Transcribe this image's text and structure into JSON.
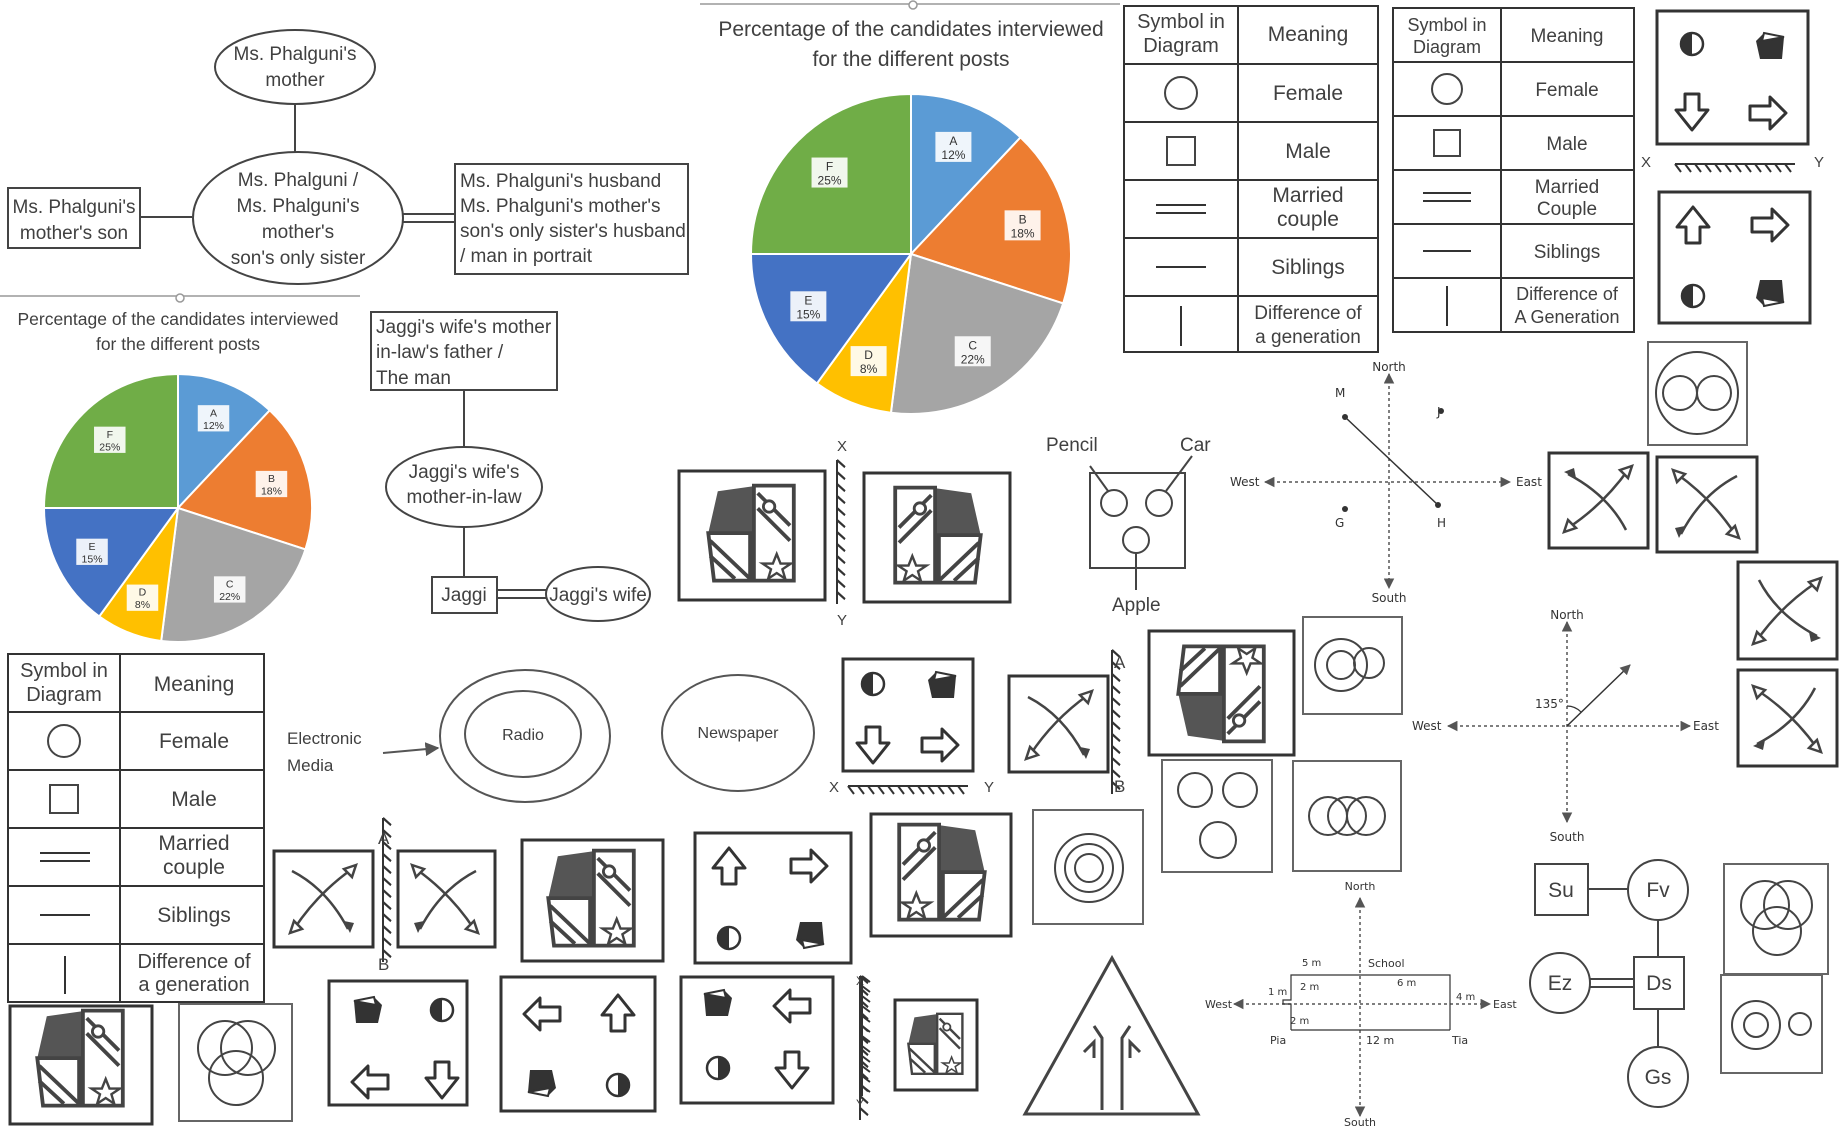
{
  "family_tree_1": {
    "top": [
      "Ms. Phalguni's",
      "mother"
    ],
    "center": [
      "Ms. Phalguni /",
      "Ms. Phalguni's",
      "mother's",
      "son's only sister"
    ],
    "left": [
      "Ms. Phalguni's",
      "mother's son"
    ],
    "right": [
      "Ms. Phalguni's husband",
      "Ms. Phalguni's mother's",
      "son's only sister's husband",
      "/ man in portrait"
    ]
  },
  "family_tree_2": {
    "top": [
      "Jaggi's wife's mother",
      "in-law's father /",
      "The man"
    ],
    "middle": [
      "Jaggi's wife's",
      "mother-in-law"
    ],
    "left": "Jaggi",
    "right": "Jaggi's wife"
  },
  "chart_data": [
    {
      "type": "pie",
      "title": [
        "Percentage of the candidates interviewed",
        "for the different posts"
      ],
      "slices": [
        {
          "label": "A",
          "value": 12,
          "text": "12%",
          "color": "#5b9bd5"
        },
        {
          "label": "B",
          "value": 18,
          "text": "18%",
          "color": "#ed7d31"
        },
        {
          "label": "C",
          "value": 22,
          "text": "22%",
          "color": "#a5a5a5"
        },
        {
          "label": "D",
          "value": 8,
          "text": "8%",
          "color": "#ffc000"
        },
        {
          "label": "E",
          "value": 15,
          "text": "15%",
          "color": "#4472c4"
        },
        {
          "label": "F",
          "value": 25,
          "text": "25%",
          "color": "#70ad47"
        }
      ]
    },
    {
      "type": "pie",
      "title": [
        "Percentage of the candidates interviewed",
        "for the different posts"
      ],
      "slices": [
        {
          "label": "A",
          "value": 12,
          "text": "12%",
          "color": "#5b9bd5"
        },
        {
          "label": "B",
          "value": 18,
          "text": "18%",
          "color": "#ed7d31"
        },
        {
          "label": "C",
          "value": 22,
          "text": "22%",
          "color": "#a5a5a5"
        },
        {
          "label": "D",
          "value": 8,
          "text": "8%",
          "color": "#ffc000"
        },
        {
          "label": "E",
          "value": 15,
          "text": "15%",
          "color": "#4472c4"
        },
        {
          "label": "F",
          "value": 25,
          "text": "25%",
          "color": "#70ad47"
        }
      ]
    }
  ],
  "legend": {
    "header": [
      [
        "Symbol in",
        "Diagram"
      ],
      "Meaning"
    ],
    "rows": [
      [
        "Female"
      ],
      [
        "Male"
      ],
      [
        "Married",
        "couple"
      ],
      [
        "Siblings"
      ],
      [
        "Difference of",
        "a generation"
      ]
    ],
    "rows_alt": [
      [
        "Female"
      ],
      [
        "Male"
      ],
      [
        "Married",
        "Couple"
      ],
      [
        "Siblings"
      ],
      [
        "Difference of",
        "A Generation"
      ]
    ]
  },
  "venn_media": {
    "outer_label": [
      "Electronic",
      "Media"
    ],
    "inner": "Radio",
    "separate": "Newspaper"
  },
  "venn_pencil": {
    "pencil": "Pencil",
    "car": "Car",
    "apple": "Apple"
  },
  "compass_mj": {
    "north": "North",
    "south": "South",
    "east": "East",
    "west": "West",
    "points": [
      "M",
      "J",
      "G",
      "H"
    ]
  },
  "compass_angle": {
    "north": "North",
    "south": "South",
    "east": "East",
    "west": "West",
    "angle": "135°"
  },
  "route_map": {
    "north": "North",
    "south": "South",
    "east": "East",
    "west": "West",
    "school": "School",
    "pia": "Pia",
    "tia": "Tia",
    "distances": [
      "5 m",
      "6 m",
      "2 m",
      "1 m",
      "2 m",
      "4 m",
      "2 m",
      "12 m"
    ]
  },
  "family_tree_3": {
    "su": "Su",
    "fv": "Fv",
    "ez": "Ez",
    "ds": "Ds",
    "gs": "Gs"
  },
  "mirror_labels": {
    "x": "X",
    "y": "Y",
    "a": "A",
    "b": "B"
  }
}
